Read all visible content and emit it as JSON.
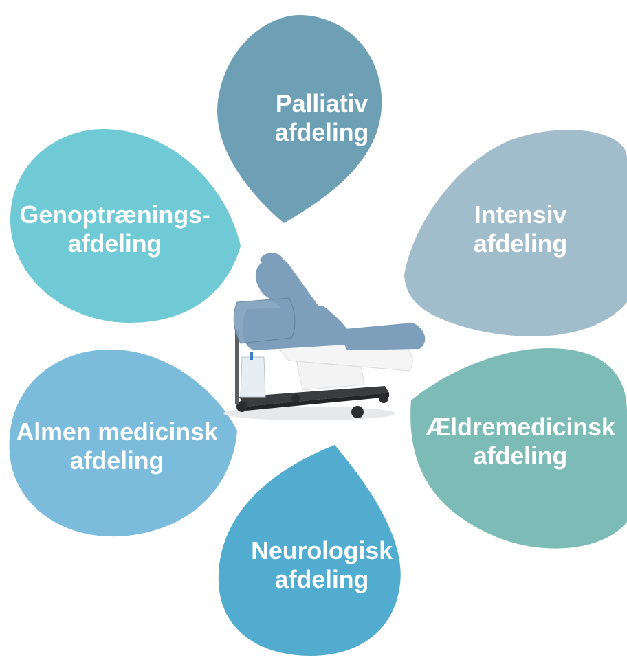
{
  "departments": [
    {
      "id": "palliativ",
      "line1": "Palliativ",
      "line2": "afdeling",
      "color": "#6d9fb5"
    },
    {
      "id": "intensiv",
      "line1": "Intensiv",
      "line2": "afdeling",
      "color": "#a1bccb"
    },
    {
      "id": "aeldremedicinsk",
      "line1": "Ældremedicinsk",
      "line2": "afdeling",
      "color": "#7cbbb6"
    },
    {
      "id": "neurologisk",
      "line1": "Neurologisk",
      "line2": "afdeling",
      "color": "#51acd0"
    },
    {
      "id": "almen-medicinsk",
      "line1": "Almen medicinsk",
      "line2": "afdeling",
      "color": "#7bbbdb"
    },
    {
      "id": "genoptraenings",
      "line1": "Genoptrænings-",
      "line2": "afdeling",
      "color": "#70cad5"
    }
  ],
  "center": {
    "image": "recliner-chair-illustration",
    "chair_color": "#7e9fbb"
  }
}
